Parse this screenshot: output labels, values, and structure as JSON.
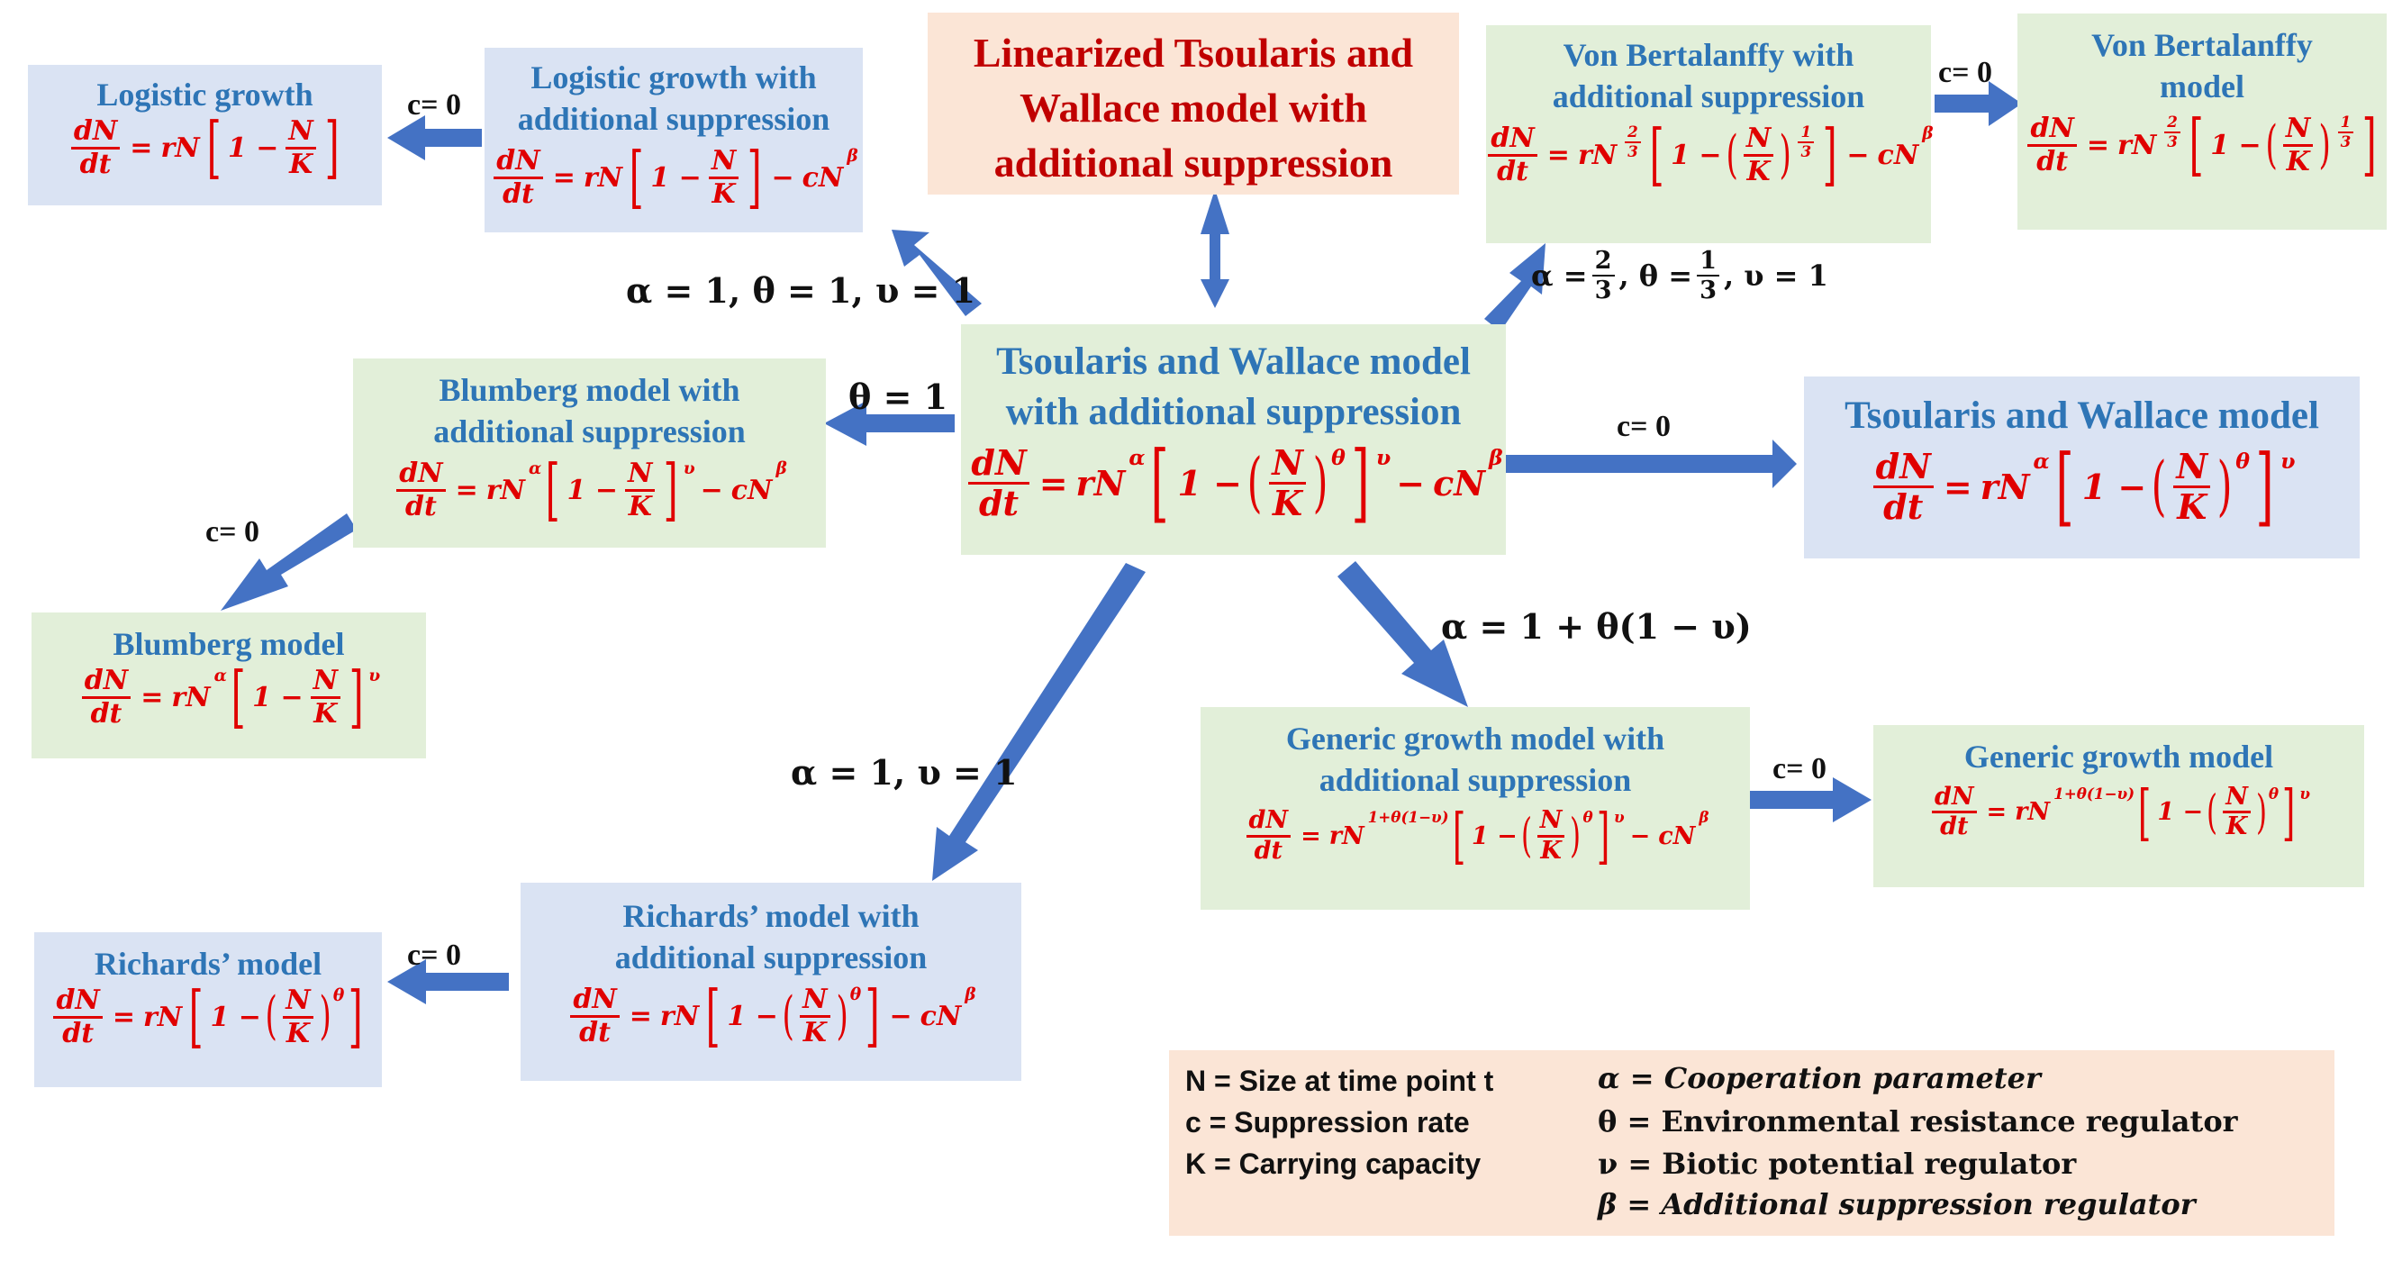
{
  "boxes": {
    "linearized": "Linearized Tsoularis and Wallace model with additional  suppression",
    "tw_supp_l1": "Tsoularis  and Wallace model",
    "tw_supp_l2": "with  additional   suppression",
    "tw": "Tsoularis  and Wallace  model",
    "log_supp_l1": "Logistic growth with",
    "log_supp_l2": "additional suppression",
    "log": "Logistic growth",
    "vb_supp_l1": "Von Bertalanffy with",
    "vb_supp_l2": "additional suppression",
    "vb_l1": "Von Bertalanffy",
    "vb_l2": "model",
    "blum_supp_l1": "Blumberg model with",
    "blum_supp_l2": "additional suppression",
    "blum": "Blumberg model",
    "gen_supp_l1": "Generic growth model with",
    "gen_supp_l2": "additional suppression",
    "gen": "Generic growth model",
    "rich_supp_l1": "Richards’ model with",
    "rich_supp_l2": "additional suppression",
    "rich": "Richards’ model"
  },
  "labels": {
    "c0": "c= 0",
    "theta1": "θ = 1",
    "alpha_theta_v": "α = 1, θ = 1, υ = 1",
    "alpha_v": "α = 1, υ = 1",
    "alpha_generic": "α = 1 + θ(1 − υ)",
    "vb_params_a": "α = ",
    "vb_params_b": ", θ = ",
    "vb_params_c": ", υ = 1"
  },
  "legend": {
    "n": "N = Size at time point t",
    "c": "c = Suppression rate",
    "k": "K = Carrying capacity",
    "alpha": "α = Cooperation parameter",
    "theta": "θ =  Environmental resistance regulator",
    "nu": "ν = Biotic potential regulator",
    "beta": "β = Additional suppression regulator"
  },
  "colors": {
    "arrow": "#4472c4",
    "title_blue": "#2e75b6",
    "title_red": "#c00000",
    "equation_red": "#e00000",
    "box_blue": "#dae3f3",
    "box_green": "#e2efd9",
    "box_peach": "#fbe5d6"
  }
}
